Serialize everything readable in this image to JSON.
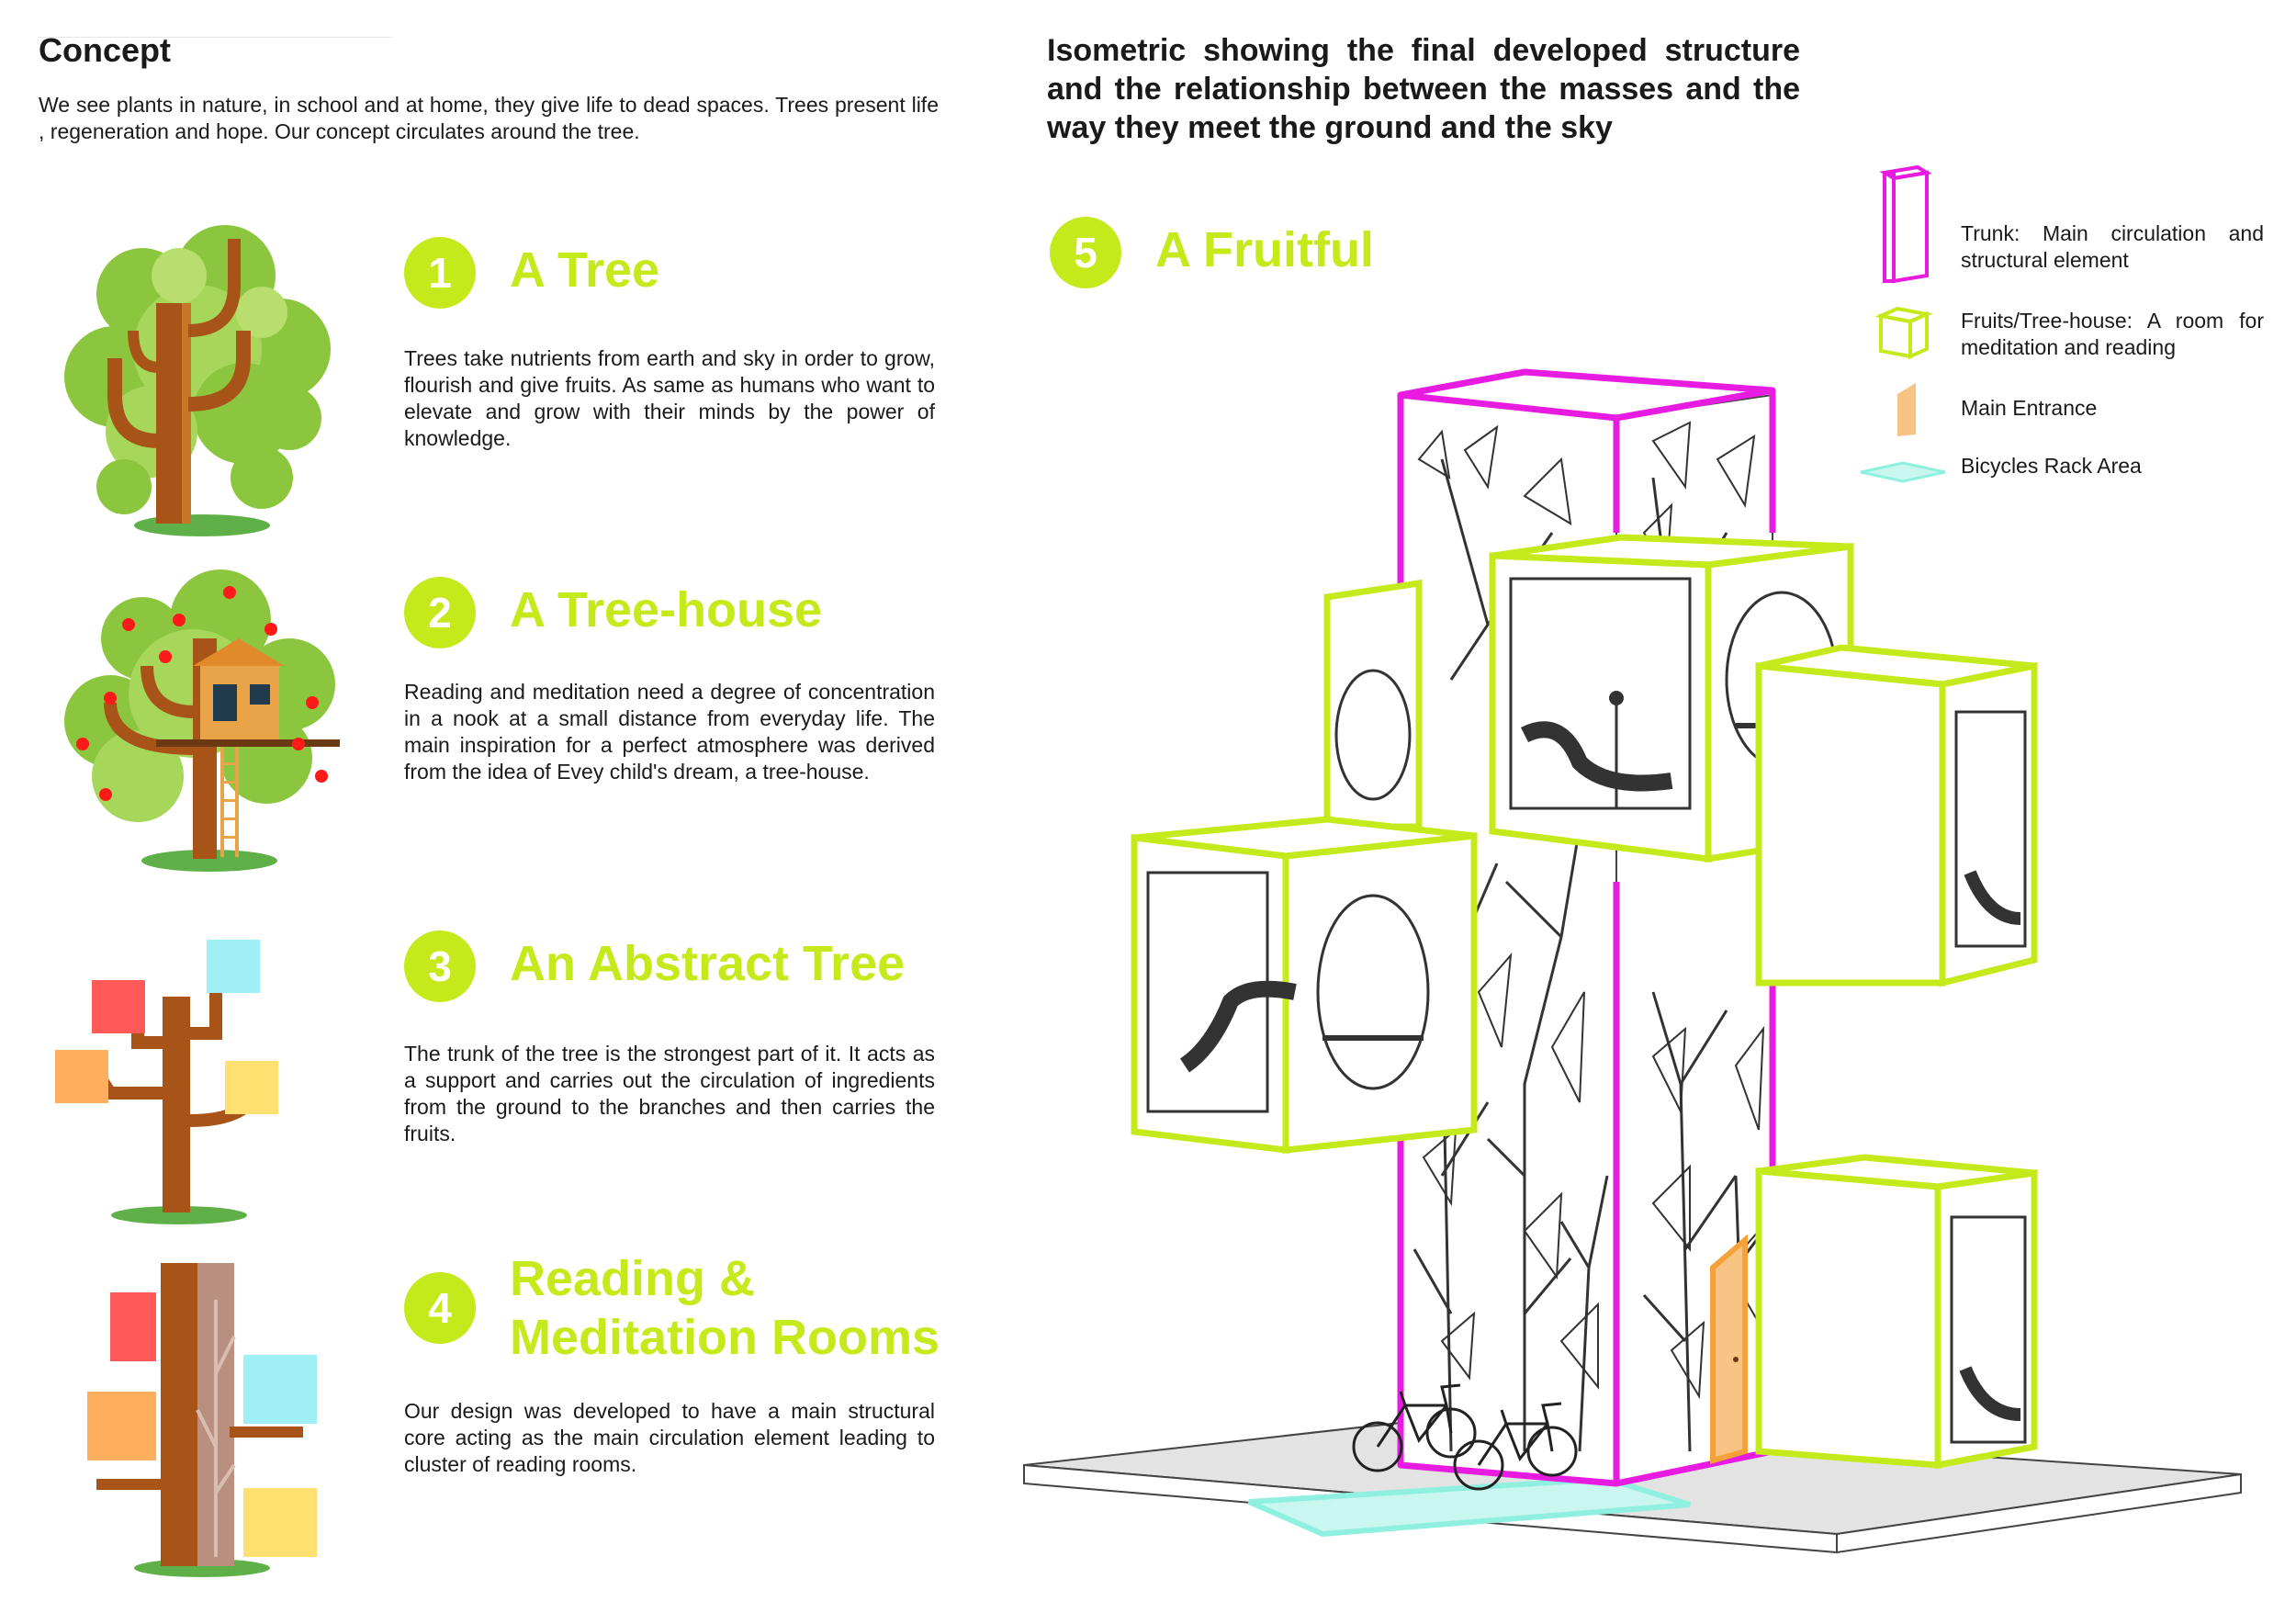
{
  "concept": {
    "heading": "Concept",
    "intro": "We see plants in nature, in school and at home, they give life to dead spaces. Trees present life , regeneration and hope. Our concept circulates around the tree."
  },
  "isometric": {
    "title": "Isometric showing the final developed structure and the relationship between the masses and the way they meet the ground and the sky"
  },
  "sections": [
    {
      "number": "1",
      "title": "A Tree",
      "text": "Trees take nutrients from earth and sky in order to grow, flourish and give fruits. As same as humans who want to elevate and grow with their minds by the power of knowledge."
    },
    {
      "number": "2",
      "title": "A Tree-house",
      "text": "Reading and meditation need a degree of concentration in a nook at a small distance from everyday life. The main inspiration for a perfect atmosphere was derived from the idea of Evey child's dream, a tree-house."
    },
    {
      "number": "3",
      "title": "An Abstract Tree",
      "text": "The trunk of the tree is the strongest part of it. It acts as a support and carries out the circulation of ingredients from the ground to the branches and then carries the fruits."
    },
    {
      "number": "4",
      "title_line1": "Reading &",
      "title_line2": "Meditation Rooms",
      "text": "Our design was developed to have a main structural core acting as the main circulation element leading to cluster of reading rooms."
    },
    {
      "number": "5",
      "title": "A Fruitful"
    }
  ],
  "legend": [
    {
      "icon": "magenta-box-icon",
      "text": "Trunk: Main circulation and structural element"
    },
    {
      "icon": "green-cube-icon",
      "text": "Fruits/Tree-house: A room for meditation and reading"
    },
    {
      "icon": "orange-door-icon",
      "text": "Main Entrance"
    },
    {
      "icon": "cyan-plane-icon",
      "text": "Bicycles Rack Area"
    }
  ],
  "colors": {
    "accent_green": "#c5ea1c",
    "trunk_magenta": "#e81ce0",
    "entrance_orange": "#f6a23a",
    "bike_cyan": "#8ff0e0",
    "tree_brown": "#a85418",
    "leaf_green": "#8cc63f"
  }
}
